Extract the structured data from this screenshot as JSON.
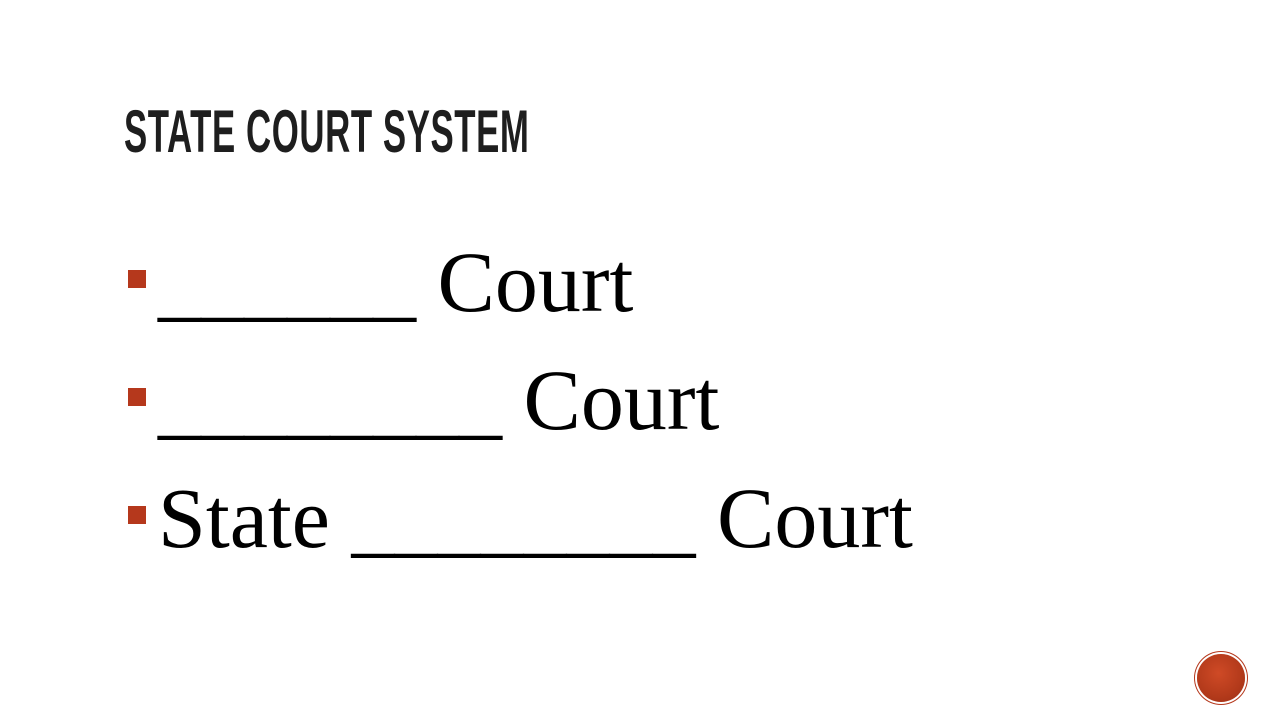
{
  "slide": {
    "title": "STATE COURT SYSTEM",
    "bullets": [
      {
        "text": "______ Court"
      },
      {
        "text": "________ Court"
      },
      {
        "text": "State ________ Court"
      }
    ]
  },
  "colors": {
    "accent": "#b5381c",
    "title": "#1e1e1e",
    "text": "#000000",
    "background": "#ffffff"
  },
  "icons": {
    "bullet": "square-bullet-icon",
    "nav": "circle-nav-button-icon"
  }
}
